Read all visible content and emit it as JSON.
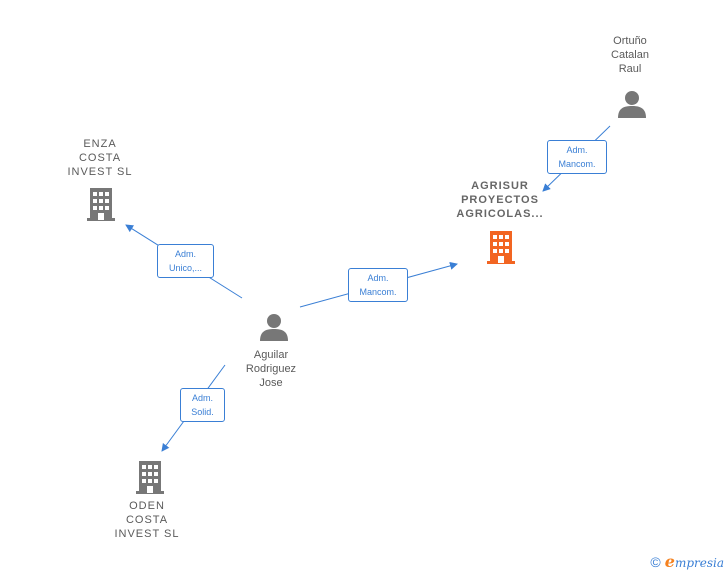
{
  "nodes": {
    "ortuno": {
      "label": "Ortuño\nCatalan\nRaul"
    },
    "enza": {
      "label": "ENZA\nCOSTA\nINVEST  SL"
    },
    "agrisur": {
      "label": "AGRISUR\nPROYECTOS\nAGRICOLAS..."
    },
    "aguilar": {
      "label": "Aguilar\nRodriguez\nJose"
    },
    "oden": {
      "label": "ODEN\nCOSTA\nINVEST  SL"
    }
  },
  "edges": {
    "ortuno_agrisur": "Adm.\nMancom.",
    "aguilar_enza": "Adm.\nUnico,...",
    "aguilar_agrisur": "Adm.\nMancom.",
    "aguilar_oden": "Adm.\nSolid."
  },
  "footer": {
    "copyright": "©",
    "brand_initial": "e",
    "brand_rest": "mpresia"
  },
  "colors": {
    "edge": "#3a7fd5",
    "person": "#777777",
    "company": "#777777",
    "main_company": "#f26522"
  }
}
